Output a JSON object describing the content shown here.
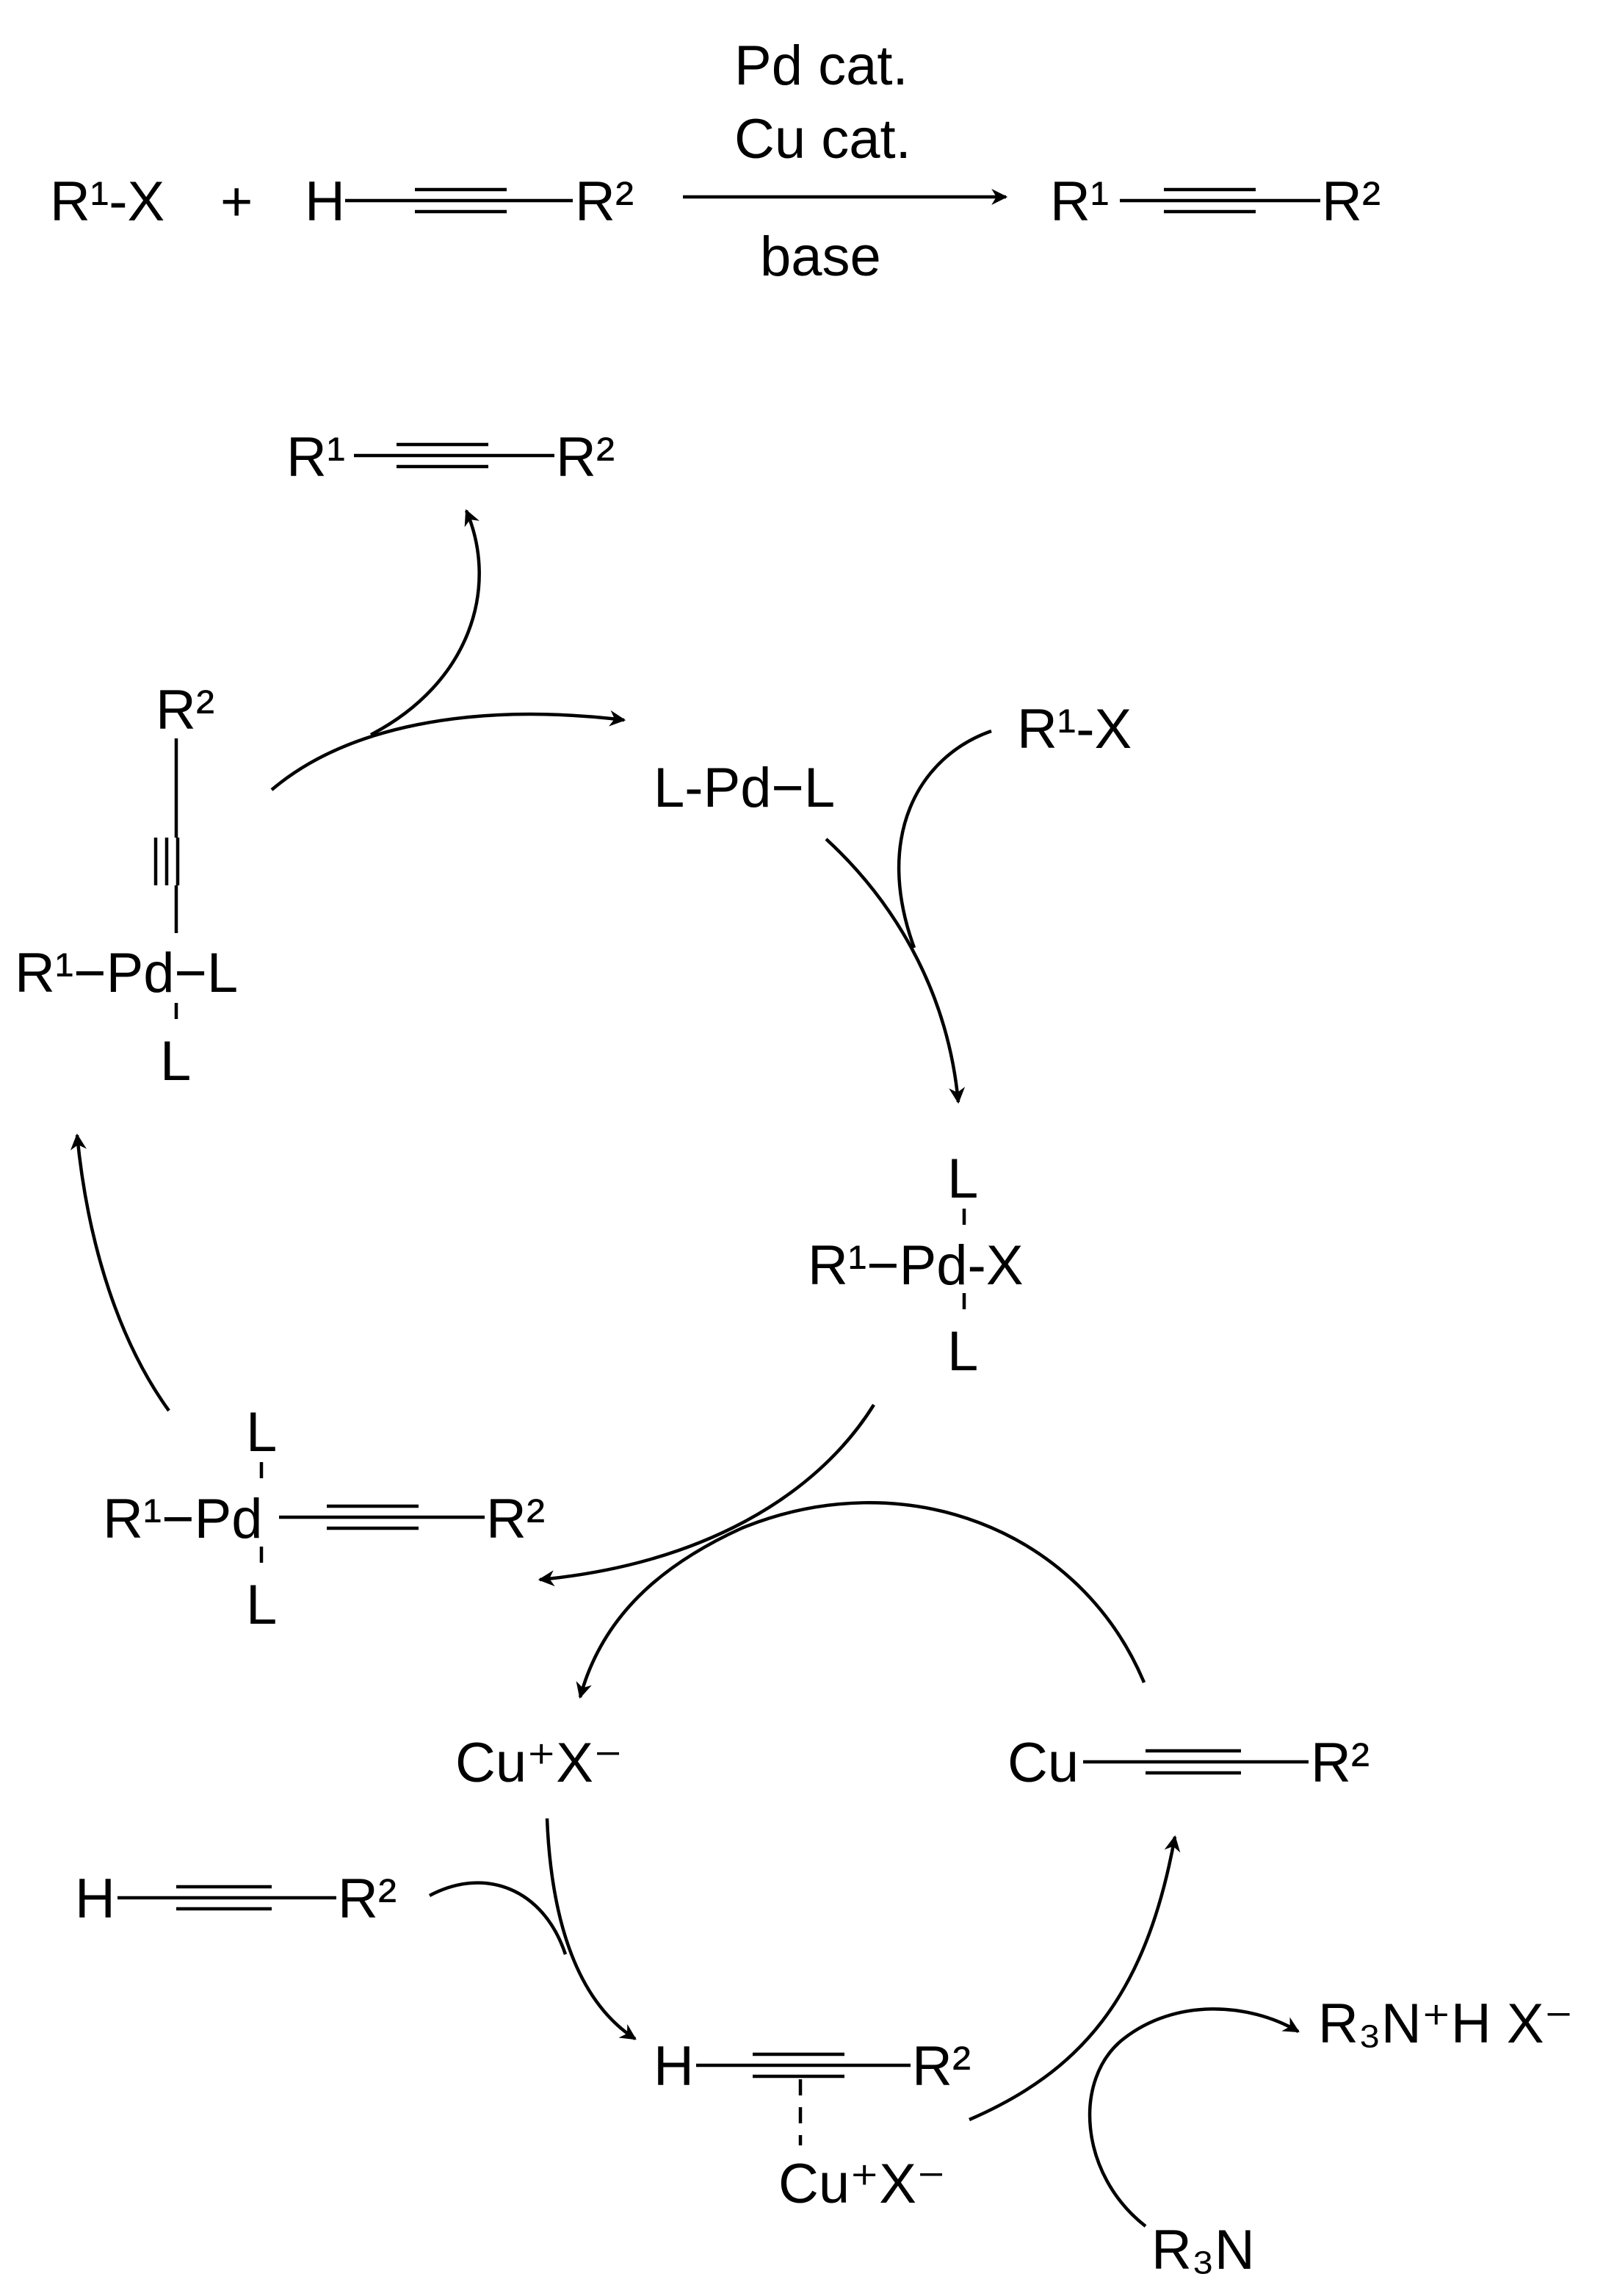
{
  "overall_reaction": {
    "reactant_1": "R¹-X",
    "plus": "+",
    "reactant_2_H": "H",
    "reactant_2_R": "R²",
    "conditions_line1": "Pd cat.",
    "conditions_line2": "Cu cat.",
    "conditions_below": "base",
    "product_left": "R¹",
    "product_right": "R²"
  },
  "pd_cycle": {
    "product_left": "R¹",
    "product_right": "R²",
    "pd0_complex": "L-Pd−L",
    "aryl_halide": "R¹-X",
    "oxidative_adduct": {
      "top": "L",
      "center": "R¹−Pd-X",
      "bottom": "L"
    },
    "transmetalated": {
      "top": "L",
      "center": "R¹−Pd",
      "right": "R²",
      "bottom": "L"
    },
    "isomerized": {
      "top": "R²",
      "center": "R¹−Pd−L",
      "bottom": "L"
    }
  },
  "cu_cycle": {
    "cu_salt": "Cu⁺X⁻",
    "alkyne_H": "H",
    "alkyne_R": "R²",
    "pi_complex_H": "H",
    "pi_complex_R": "R²",
    "pi_complex_cu": "Cu⁺X⁻",
    "acetylide_cu": "Cu",
    "acetylide_R": "R²",
    "base": "R₃N",
    "ammonium_salt": "R₃N⁺H X⁻"
  }
}
